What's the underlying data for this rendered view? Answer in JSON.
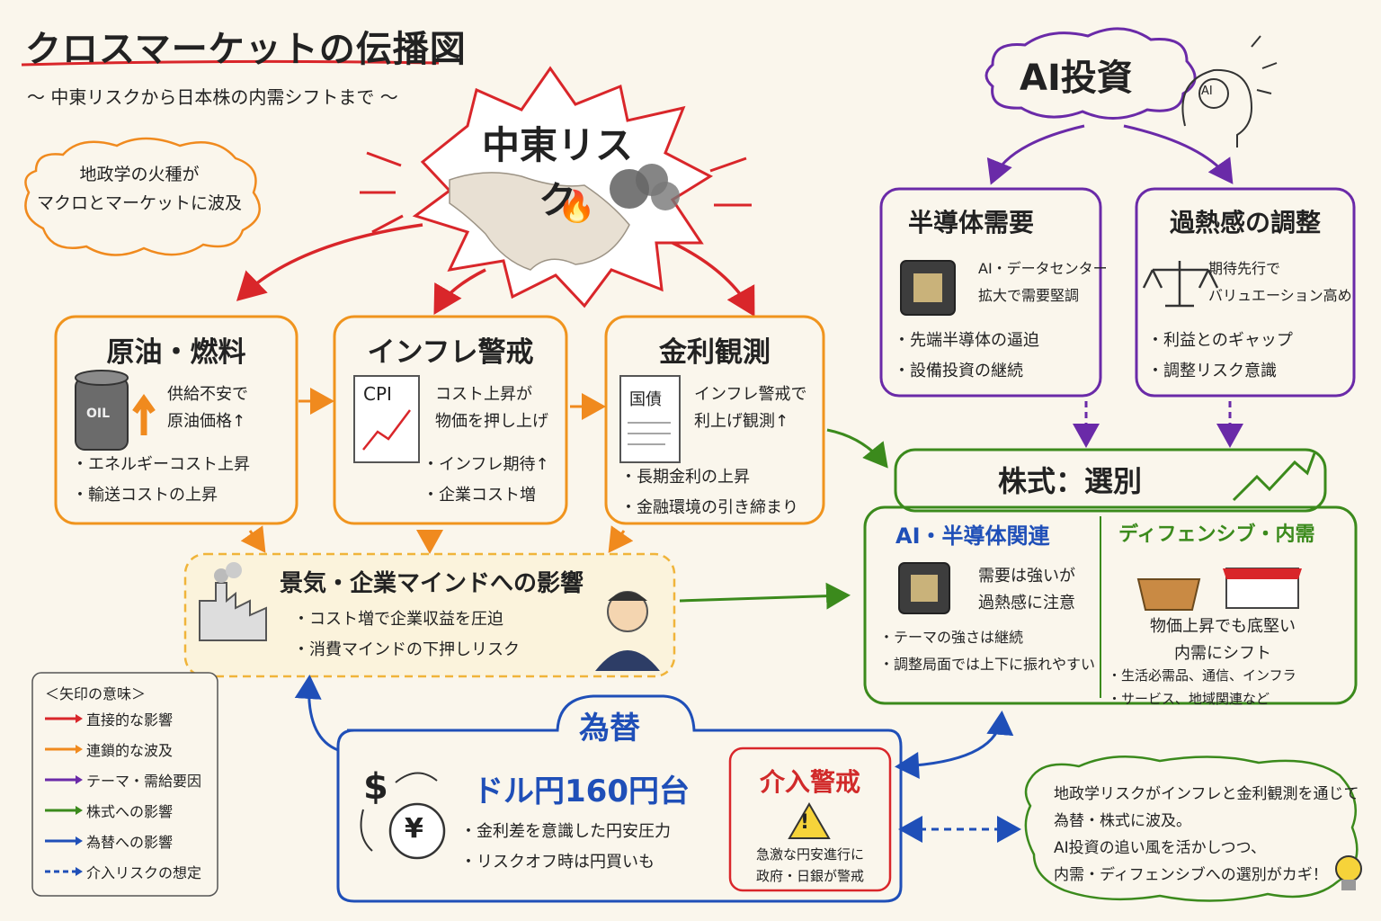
{
  "title": "クロスマーケットの伝播図",
  "subtitle": "～ 中東リスクから日本株の内需シフトまで ～",
  "intro_note": [
    "地政学の火種が",
    "マクロとマーケットに波及"
  ],
  "center_risk": {
    "title": "中東リスク",
    "icon": "fire-map-icon"
  },
  "ai": {
    "title": "AI投資",
    "icon": "ai-head-icon"
  },
  "boxes": {
    "oil": {
      "title": "原油・燃料",
      "desc": [
        "供給不安で",
        "原油価格↑"
      ],
      "bullets": [
        "エネルギーコスト上昇",
        "輸送コストの上昇"
      ],
      "icon_label": "OIL"
    },
    "inflation": {
      "title": "インフレ警戒",
      "desc": [
        "コスト上昇が",
        "物価を押し上げ"
      ],
      "bullets": [
        "インフレ期待↑",
        "企業コスト増"
      ],
      "icon_label": "CPI"
    },
    "rates": {
      "title": "金利観測",
      "desc": [
        "インフレ警戒で",
        "利上げ観測↑"
      ],
      "bullets": [
        "長期金利の上昇",
        "金融環境の引き締まり"
      ],
      "icon_label": "国債"
    },
    "semi": {
      "title": "半導体需要",
      "desc": [
        "AI・データセンター",
        "拡大で需要堅調"
      ],
      "bullets": [
        "先端半導体の逼迫",
        "設備投資の継続"
      ]
    },
    "overheat": {
      "title": "過熱感の調整",
      "desc": [
        "期待先行で",
        "バリュエーション高め"
      ],
      "bullets": [
        "利益とのギャップ",
        "調整リスク意識"
      ]
    },
    "mood": {
      "title": "景気・企業マインドへの影響",
      "bullets": [
        "コスト増で企業収益を圧迫",
        "消費マインドの下押しリスク"
      ]
    }
  },
  "stocks": {
    "title": "株式：選別",
    "left": {
      "title": "AI・半導体関連",
      "desc": [
        "需要は強いが",
        "過熱感に注意"
      ],
      "bullets": [
        "テーマの強さは継続",
        "調整局面では上下に振れやすい"
      ]
    },
    "right": {
      "title": "ディフェンシブ・内需",
      "desc": [
        "物価上昇でも底堅い",
        "内需にシフト"
      ],
      "bullets": [
        "生活必需品、通信、インフラ",
        "サービス、地域関連など"
      ]
    }
  },
  "fx": {
    "title": "為替",
    "headline": "ドル円160円台",
    "bullets": [
      "金利差を意識した円安圧力",
      "リスクオフ時は円買いも"
    ],
    "warning": {
      "title": "介入警戒",
      "desc": [
        "急激な円安進行に",
        "政府・日銀が警戒"
      ]
    }
  },
  "legend": {
    "title": "＜矢印の意味＞",
    "items": [
      {
        "label": "直接的な影響",
        "color": "#d9262a",
        "dashed": false
      },
      {
        "label": "連鎖的な波及",
        "color": "#f08a1e",
        "dashed": false
      },
      {
        "label": "テーマ・需給要因",
        "color": "#6a2aa8",
        "dashed": false
      },
      {
        "label": "株式への影響",
        "color": "#3b8a1c",
        "dashed": false
      },
      {
        "label": "為替への影響",
        "color": "#1f4fb8",
        "dashed": false
      },
      {
        "label": "介入リスクの想定",
        "color": "#1f4fb8",
        "dashed": true
      }
    ]
  },
  "summary": [
    "地政学リスクがインフレと金利観測を通じて",
    "為替・株式に波及。",
    "AI投資の追い風を活かしつつ、",
    "内需・ディフェンシブへの選別がカギ！"
  ],
  "colors": {
    "red": "#d9262a",
    "orange": "#f0941e",
    "purple": "#6a2aa8",
    "green": "#3b8a1c",
    "blue": "#1f4fb8",
    "background": "#faf6ec"
  }
}
